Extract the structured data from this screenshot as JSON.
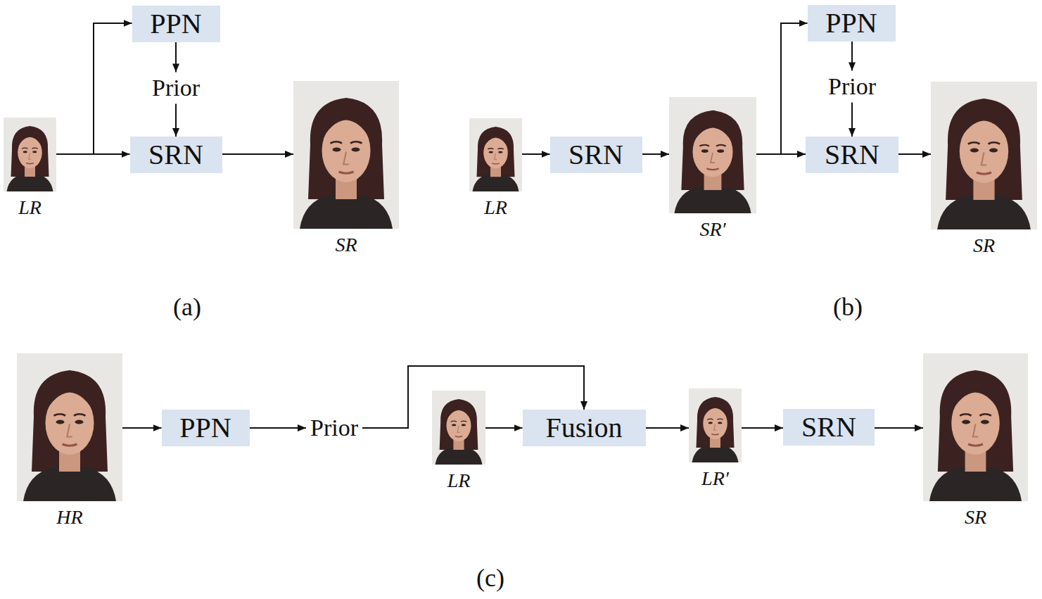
{
  "diagram": {
    "nodes": [
      {
        "text": [
          "PPN"
        ]
      },
      {
        "text": [
          "Prior"
        ]
      },
      {
        "text": [
          "LR"
        ]
      },
      {
        "text": [
          "SRN"
        ]
      },
      {
        "text": [
          "SR"
        ]
      },
      {
        "text": [
          "LR"
        ]
      },
      {
        "text": [
          "SRN"
        ]
      },
      {
        "text": [
          "SR′"
        ]
      },
      {
        "text": [
          "PPN"
        ]
      },
      {
        "text": [
          "Prior"
        ]
      },
      {
        "text": [
          "SRN"
        ]
      },
      {
        "text": [
          "SR"
        ]
      },
      {
        "text": [
          "HR"
        ]
      },
      {
        "text": [
          "PPN"
        ]
      },
      {
        "text": [
          "Prior"
        ]
      },
      {
        "text": [
          "LR"
        ]
      },
      {
        "text": [
          "Fusion"
        ]
      },
      {
        "text": [
          "LR′"
        ]
      },
      {
        "text": [
          "SRN"
        ]
      },
      {
        "text": [
          "SR"
        ]
      }
    ],
    "edges": [
      {
        "from": 2,
        "to": 0,
        "arrow": "to"
      },
      {
        "from": 0,
        "to": 1,
        "arrow": "to"
      },
      {
        "from": 1,
        "to": 3,
        "arrow": "to"
      },
      {
        "from": 2,
        "to": 3,
        "arrow": "to"
      },
      {
        "from": 3,
        "to": 4,
        "arrow": "to"
      },
      {
        "from": 5,
        "to": 6,
        "arrow": "to"
      },
      {
        "from": 6,
        "to": 7,
        "arrow": "to"
      },
      {
        "from": 7,
        "to": 8,
        "arrow": "to"
      },
      {
        "from": 7,
        "to": 10,
        "arrow": "to"
      },
      {
        "from": 8,
        "to": 9,
        "arrow": "to"
      },
      {
        "from": 9,
        "to": 10,
        "arrow": "to"
      },
      {
        "from": 10,
        "to": 11,
        "arrow": "to"
      },
      {
        "from": 12,
        "to": 13,
        "arrow": "to"
      },
      {
        "from": 13,
        "to": 14,
        "arrow": "to"
      },
      {
        "from": 14,
        "to": 16,
        "arrow": "to"
      },
      {
        "from": 15,
        "to": 16,
        "arrow": "to"
      },
      {
        "from": 16,
        "to": 17,
        "arrow": "to"
      },
      {
        "from": 17,
        "to": 18,
        "arrow": "to"
      },
      {
        "from": 18,
        "to": 19,
        "arrow": "to"
      }
    ],
    "labels": [
      "(a)",
      "(b)",
      "(c)"
    ]
  }
}
